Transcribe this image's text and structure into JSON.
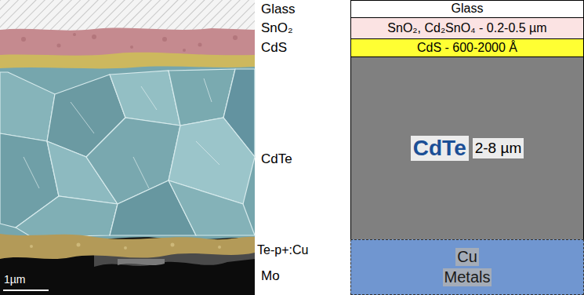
{
  "diagram": {
    "nodes": [
      {
        "text": [
          "Glass"
        ]
      },
      {
        "text": [
          "SnO₂, Cd₂SnO₄ - 0.2-0.5 µm"
        ]
      },
      {
        "text": [
          "CdS - 600-2000 Å"
        ]
      },
      {
        "text": [
          "CdTe",
          "2-8 µm"
        ]
      },
      {
        "text": [
          "Cu",
          "Metals"
        ]
      }
    ],
    "labels": [
      "Glass",
      "SnO₂",
      "CdS",
      "CdTe",
      "Te-p+:Cu",
      "Mo",
      "1µm"
    ]
  }
}
